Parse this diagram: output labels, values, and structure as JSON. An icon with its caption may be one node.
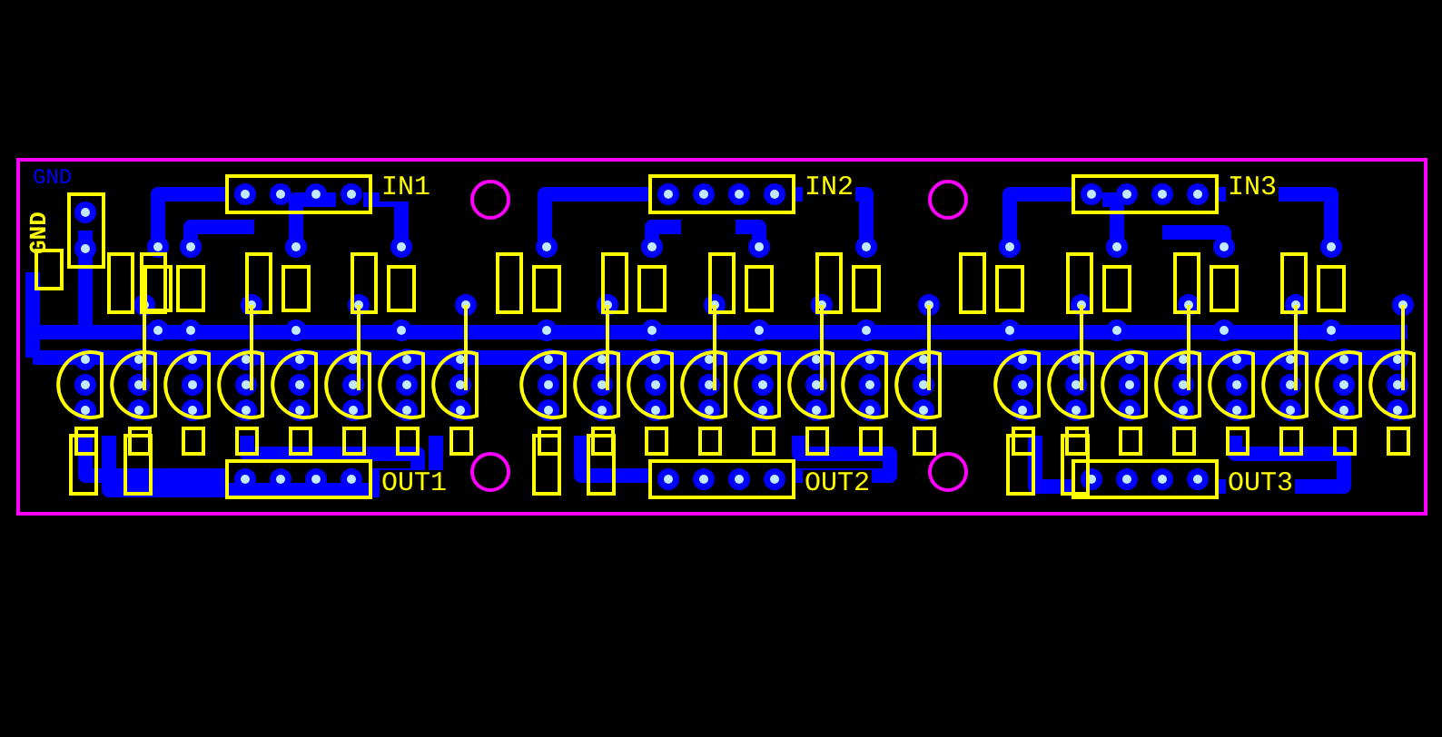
{
  "diagram": {
    "labels": [
      "GND",
      "GND",
      "IN1",
      "IN2",
      "IN3",
      "OUT1",
      "OUT2",
      "OUT3"
    ]
  }
}
